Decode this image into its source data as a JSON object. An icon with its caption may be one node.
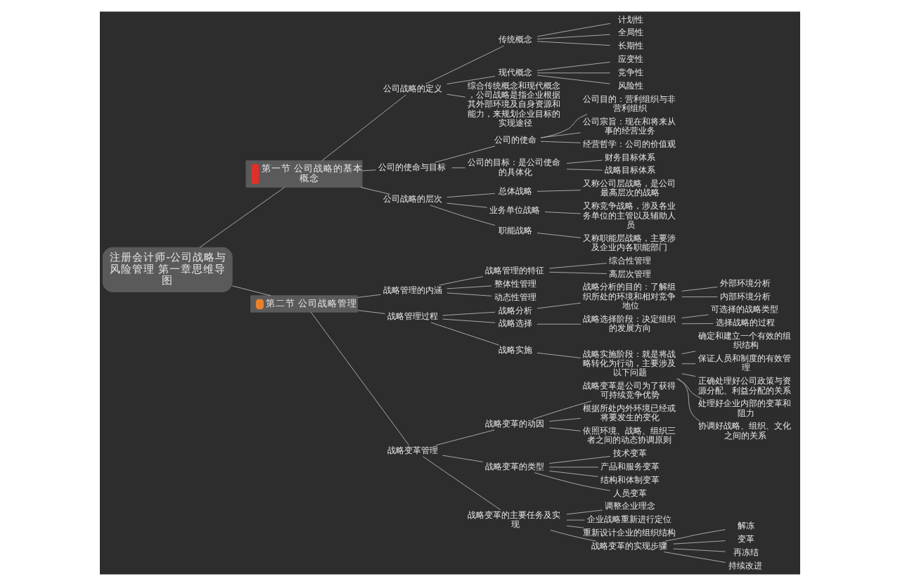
{
  "diagram": {
    "nodes": [
      {
        "text": [
          "注册会计师-公司战略与风险管理 第一章思维导图"
        ]
      },
      {
        "text": [
          "第一节 公司战略的基本概念"
        ]
      },
      {
        "text": [
          "公司战略的定义"
        ]
      },
      {
        "text": [
          "传统概念"
        ]
      },
      {
        "text": [
          "计划性"
        ]
      },
      {
        "text": [
          "全局性"
        ]
      },
      {
        "text": [
          "长期性"
        ]
      },
      {
        "text": [
          "现代概念"
        ]
      },
      {
        "text": [
          "应变性"
        ]
      },
      {
        "text": [
          "竞争性"
        ]
      },
      {
        "text": [
          "风险性"
        ]
      },
      {
        "text": [
          "综合传统概念和现代概念，公司战略是指企业根据其外部环境及自身资源和能力，来规划企业目标的实现途径"
        ]
      },
      {
        "text": [
          "公司的使命与目标"
        ]
      },
      {
        "text": [
          "公司的使命"
        ]
      },
      {
        "text": [
          "公司目的：营利组织与非营利组织"
        ]
      },
      {
        "text": [
          "公司宗旨：现在和将来从事的经营业务"
        ]
      },
      {
        "text": [
          "经营哲学：公司的价值观"
        ]
      },
      {
        "text": [
          "公司的目标：是公司使命的具体化"
        ]
      },
      {
        "text": [
          "财务目标体系"
        ]
      },
      {
        "text": [
          "战略目标体系"
        ]
      },
      {
        "text": [
          "公司战略的层次"
        ]
      },
      {
        "text": [
          "总体战略"
        ]
      },
      {
        "text": [
          "又称公司层战略，是公司最高层次的战略"
        ]
      },
      {
        "text": [
          "业务单位战略"
        ]
      },
      {
        "text": [
          "又称竞争战略，涉及各业务单位的主管以及辅助人员"
        ]
      },
      {
        "text": [
          "职能战略"
        ]
      },
      {
        "text": [
          "又称职能层战略，主要涉及企业内各职能部门"
        ]
      },
      {
        "text": [
          "第二节 公司战略管理"
        ]
      },
      {
        "text": [
          "战略管理的内涵"
        ]
      },
      {
        "text": [
          "战略管理的特征"
        ]
      },
      {
        "text": [
          "综合性管理"
        ]
      },
      {
        "text": [
          "高层次管理"
        ]
      },
      {
        "text": [
          "整体性管理"
        ]
      },
      {
        "text": [
          "动态性管理"
        ]
      },
      {
        "text": [
          "战略管理过程"
        ]
      },
      {
        "text": [
          "战略分析"
        ]
      },
      {
        "text": [
          "战略分析的目的：了解组织所处的环境和相对竞争地位"
        ]
      },
      {
        "text": [
          "外部环境分析"
        ]
      },
      {
        "text": [
          "内部环境分析"
        ]
      },
      {
        "text": [
          "战略选择"
        ]
      },
      {
        "text": [
          "战略选择阶段：决定组织的发展方向"
        ]
      },
      {
        "text": [
          "可选择的战略类型"
        ]
      },
      {
        "text": [
          "选择战略的过程"
        ]
      },
      {
        "text": [
          "战略实施"
        ]
      },
      {
        "text": [
          "战略实施阶段：就是将战略转化为行动，主要涉及以下问题"
        ]
      },
      {
        "text": [
          "确定和建立一个有效的组织结构"
        ]
      },
      {
        "text": [
          "保证人员和制度的有效管理"
        ]
      },
      {
        "text": [
          "正确处理好公司政策与资源分配、利益分配的关系"
        ]
      },
      {
        "text": [
          "处理好企业内部的变革和阻力"
        ]
      },
      {
        "text": [
          "协调好战略、组织、文化之间的关系"
        ]
      },
      {
        "text": [
          "战略变革管理"
        ]
      },
      {
        "text": [
          "战略变革的动因"
        ]
      },
      {
        "text": [
          "战略变革是公司为了获得可持续竞争优势"
        ]
      },
      {
        "text": [
          "根据所处内外环境已经或将要发生的变化"
        ]
      },
      {
        "text": [
          "依照环境、战略、组织三者之间的动态协调原则"
        ]
      },
      {
        "text": [
          "战略变革的类型"
        ]
      },
      {
        "text": [
          "技术变革"
        ]
      },
      {
        "text": [
          "产品和服务变革"
        ]
      },
      {
        "text": [
          "结构和体制变革"
        ]
      },
      {
        "text": [
          "人员变革"
        ]
      },
      {
        "text": [
          "战略变革的主要任务及实现"
        ]
      },
      {
        "text": [
          "调整企业理念"
        ]
      },
      {
        "text": [
          "企业战略重新进行定位"
        ]
      },
      {
        "text": [
          "重新设计企业的组织结构"
        ]
      },
      {
        "text": [
          "战略变革的实现步骤"
        ]
      },
      {
        "text": [
          "解冻"
        ]
      },
      {
        "text": [
          "变革"
        ]
      },
      {
        "text": [
          "再冻结"
        ]
      },
      {
        "text": [
          "持续改进"
        ]
      }
    ],
    "edges": [
      {
        "from": 0,
        "to": 1,
        "arrow": "none"
      },
      {
        "from": 1,
        "to": 2,
        "arrow": "none"
      },
      {
        "from": 2,
        "to": 3,
        "arrow": "none"
      },
      {
        "from": 3,
        "to": 4,
        "arrow": "none"
      },
      {
        "from": 3,
        "to": 5,
        "arrow": "none"
      },
      {
        "from": 3,
        "to": 6,
        "arrow": "none"
      },
      {
        "from": 2,
        "to": 7,
        "arrow": "none"
      },
      {
        "from": 7,
        "to": 8,
        "arrow": "none"
      },
      {
        "from": 7,
        "to": 9,
        "arrow": "none"
      },
      {
        "from": 7,
        "to": 10,
        "arrow": "none"
      },
      {
        "from": 2,
        "to": 11,
        "arrow": "none"
      },
      {
        "from": 1,
        "to": 12,
        "arrow": "none"
      },
      {
        "from": 12,
        "to": 13,
        "arrow": "none"
      },
      {
        "from": 13,
        "to": 14,
        "arrow": "none"
      },
      {
        "from": 13,
        "to": 15,
        "arrow": "none"
      },
      {
        "from": 13,
        "to": 16,
        "arrow": "none"
      },
      {
        "from": 12,
        "to": 17,
        "arrow": "none"
      },
      {
        "from": 17,
        "to": 18,
        "arrow": "none"
      },
      {
        "from": 17,
        "to": 19,
        "arrow": "none"
      },
      {
        "from": 1,
        "to": 20,
        "arrow": "none"
      },
      {
        "from": 20,
        "to": 21,
        "arrow": "none"
      },
      {
        "from": 21,
        "to": 22,
        "arrow": "none"
      },
      {
        "from": 20,
        "to": 23,
        "arrow": "none"
      },
      {
        "from": 23,
        "to": 24,
        "arrow": "none"
      },
      {
        "from": 20,
        "to": 25,
        "arrow": "none"
      },
      {
        "from": 25,
        "to": 26,
        "arrow": "none"
      },
      {
        "from": 0,
        "to": 27,
        "arrow": "none"
      },
      {
        "from": 27,
        "to": 28,
        "arrow": "none"
      },
      {
        "from": 28,
        "to": 29,
        "arrow": "none"
      },
      {
        "from": 29,
        "to": 30,
        "arrow": "none"
      },
      {
        "from": 29,
        "to": 31,
        "arrow": "none"
      },
      {
        "from": 28,
        "to": 32,
        "arrow": "none"
      },
      {
        "from": 28,
        "to": 33,
        "arrow": "none"
      },
      {
        "from": 27,
        "to": 34,
        "arrow": "none"
      },
      {
        "from": 34,
        "to": 35,
        "arrow": "none"
      },
      {
        "from": 35,
        "to": 36,
        "arrow": "none"
      },
      {
        "from": 36,
        "to": 37,
        "arrow": "none"
      },
      {
        "from": 36,
        "to": 38,
        "arrow": "none"
      },
      {
        "from": 34,
        "to": 39,
        "arrow": "none"
      },
      {
        "from": 39,
        "to": 40,
        "arrow": "none"
      },
      {
        "from": 40,
        "to": 41,
        "arrow": "none"
      },
      {
        "from": 40,
        "to": 42,
        "arrow": "none"
      },
      {
        "from": 34,
        "to": 43,
        "arrow": "none"
      },
      {
        "from": 43,
        "to": 44,
        "arrow": "none"
      },
      {
        "from": 44,
        "to": 45,
        "arrow": "none"
      },
      {
        "from": 44,
        "to": 46,
        "arrow": "none"
      },
      {
        "from": 44,
        "to": 47,
        "arrow": "none"
      },
      {
        "from": 44,
        "to": 48,
        "arrow": "none"
      },
      {
        "from": 44,
        "to": 49,
        "arrow": "none"
      },
      {
        "from": 27,
        "to": 50,
        "arrow": "none"
      },
      {
        "from": 50,
        "to": 51,
        "arrow": "none"
      },
      {
        "from": 51,
        "to": 52,
        "arrow": "none"
      },
      {
        "from": 51,
        "to": 53,
        "arrow": "none"
      },
      {
        "from": 51,
        "to": 54,
        "arrow": "none"
      },
      {
        "from": 50,
        "to": 55,
        "arrow": "none"
      },
      {
        "from": 55,
        "to": 56,
        "arrow": "none"
      },
      {
        "from": 55,
        "to": 57,
        "arrow": "none"
      },
      {
        "from": 55,
        "to": 58,
        "arrow": "none"
      },
      {
        "from": 55,
        "to": 59,
        "arrow": "none"
      },
      {
        "from": 50,
        "to": 60,
        "arrow": "none"
      },
      {
        "from": 60,
        "to": 61,
        "arrow": "none"
      },
      {
        "from": 60,
        "to": 62,
        "arrow": "none"
      },
      {
        "from": 60,
        "to": 63,
        "arrow": "none"
      },
      {
        "from": 60,
        "to": 64,
        "arrow": "none"
      },
      {
        "from": 64,
        "to": 65,
        "arrow": "none"
      },
      {
        "from": 64,
        "to": 66,
        "arrow": "none"
      },
      {
        "from": 64,
        "to": 67,
        "arrow": "none"
      },
      {
        "from": 64,
        "to": 68,
        "arrow": "none"
      }
    ]
  }
}
